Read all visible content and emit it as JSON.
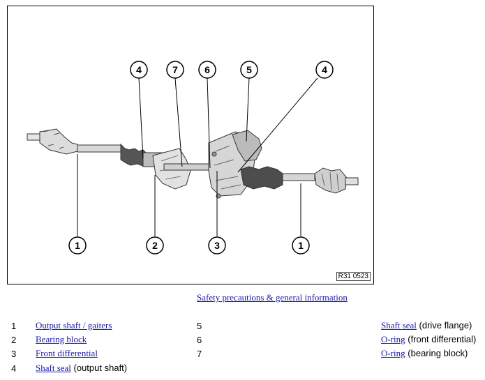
{
  "figure": {
    "code": "R31 0523",
    "callouts_top": [
      "4",
      "7",
      "6",
      "5",
      "4"
    ],
    "callouts_bottom": [
      "1",
      "2",
      "3",
      "1"
    ]
  },
  "safety_link": "Safety precautions & general information",
  "legend": [
    {
      "num": "1",
      "link": "Output shaft / gaiters",
      "suffix": ""
    },
    {
      "num": "2",
      "link": "Bearing block",
      "suffix": ""
    },
    {
      "num": "3",
      "link": "Front differential",
      "suffix": ""
    },
    {
      "num": "4",
      "link": "Shaft seal",
      "suffix": " (output shaft)"
    },
    {
      "num": "5",
      "link": "Shaft seal",
      "suffix": " (drive flange)"
    },
    {
      "num": "6",
      "link": "O-ring",
      "suffix": " (front differential)"
    },
    {
      "num": "7",
      "link": "O-ring",
      "suffix": " (bearing block)"
    }
  ]
}
